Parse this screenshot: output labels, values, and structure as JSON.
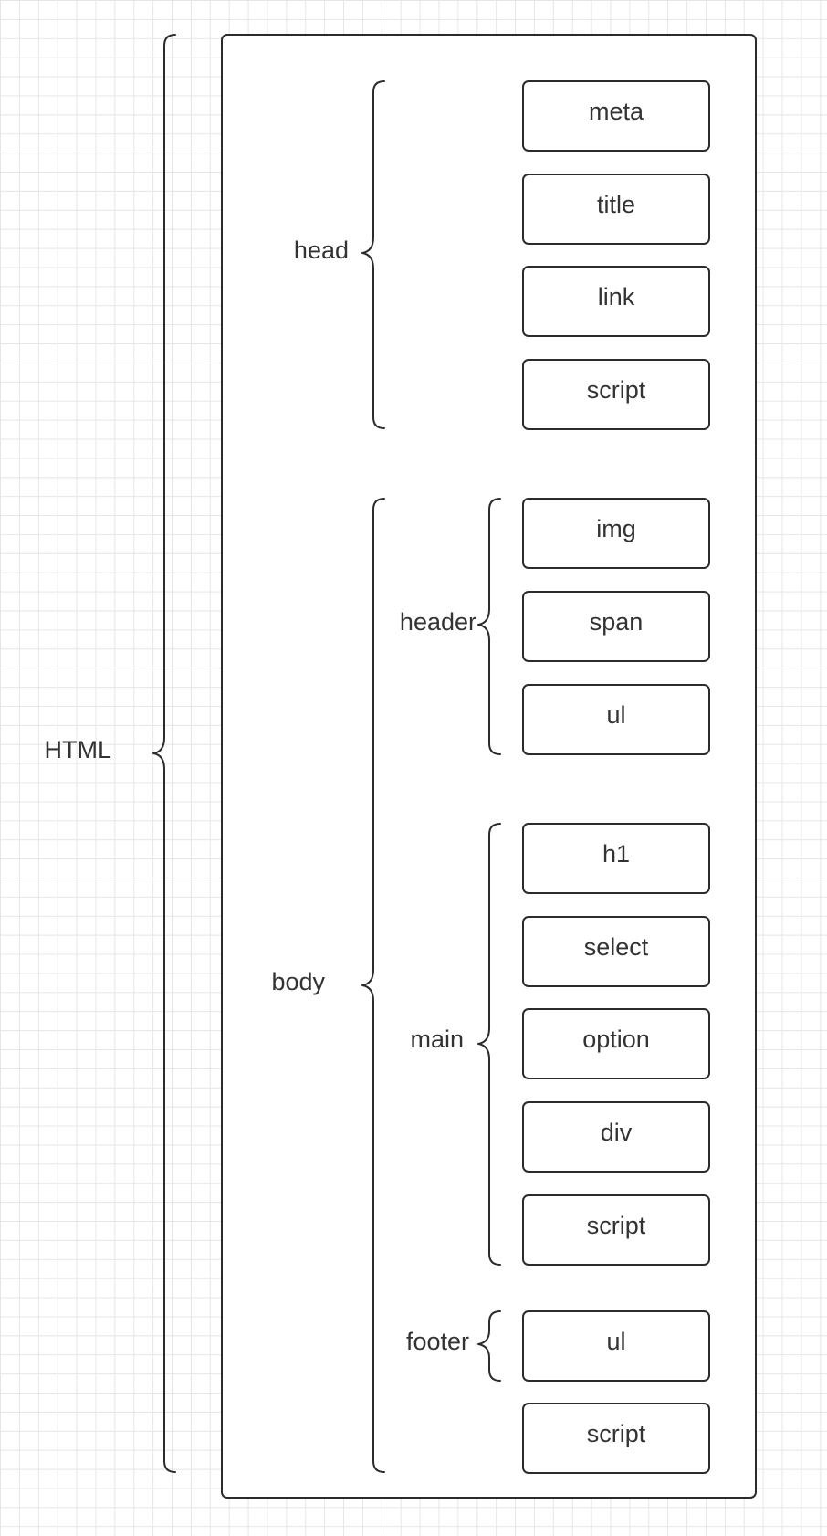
{
  "tree": {
    "root": "HTML",
    "head": {
      "label": "head",
      "children": [
        "meta",
        "title",
        "link",
        "script"
      ]
    },
    "body": {
      "label": "body",
      "header": {
        "label": "header",
        "children": [
          "img",
          "span",
          "ul"
        ]
      },
      "main": {
        "label": "main",
        "children": [
          "h1",
          "select",
          "option",
          "div",
          "script"
        ]
      },
      "footer": {
        "label": "footer",
        "children": [
          "ul"
        ]
      },
      "extra": [
        "script"
      ]
    }
  }
}
